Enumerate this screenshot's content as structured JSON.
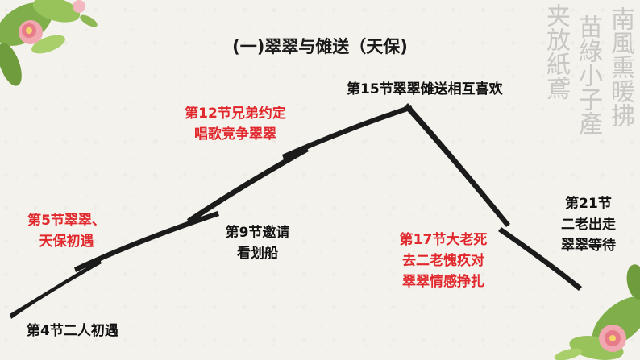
{
  "slide": {
    "title": "(一)翠翠与傩送（天保)",
    "nodes": [
      {
        "id": "n4",
        "text": "第4节二人初遇",
        "color": "black"
      },
      {
        "id": "n5a",
        "text": "第5节翠翠、",
        "color": "red"
      },
      {
        "id": "n5b",
        "text": "天保初遇",
        "color": "red"
      },
      {
        "id": "n9a",
        "text": "第9节邀请",
        "color": "black"
      },
      {
        "id": "n9b",
        "text": "看划船",
        "color": "black"
      },
      {
        "id": "n12a",
        "text": "第12节兄弟约定",
        "color": "red"
      },
      {
        "id": "n12b",
        "text": "唱歌竞争翠翠",
        "color": "red"
      },
      {
        "id": "n15",
        "text": "第15节翠翠傩送相互喜欢",
        "color": "black"
      },
      {
        "id": "n17a",
        "text": "第17节大老死",
        "color": "red"
      },
      {
        "id": "n17b",
        "text": "去二老愧疚对",
        "color": "red"
      },
      {
        "id": "n17c",
        "text": "翠翠情感挣扎",
        "color": "red"
      },
      {
        "id": "n21a",
        "text": "第21节",
        "color": "black"
      },
      {
        "id": "n21b",
        "text": "二老出走",
        "color": "black"
      },
      {
        "id": "n21c",
        "text": "翠翠等待",
        "color": "black"
      }
    ],
    "calligraphy": [
      "南風熏暖拂",
      "苗綠小子產",
      "夹放紙鳶"
    ],
    "colors": {
      "red": "#e0282d",
      "black": "#111111",
      "ink": "#1b1b1b"
    }
  }
}
